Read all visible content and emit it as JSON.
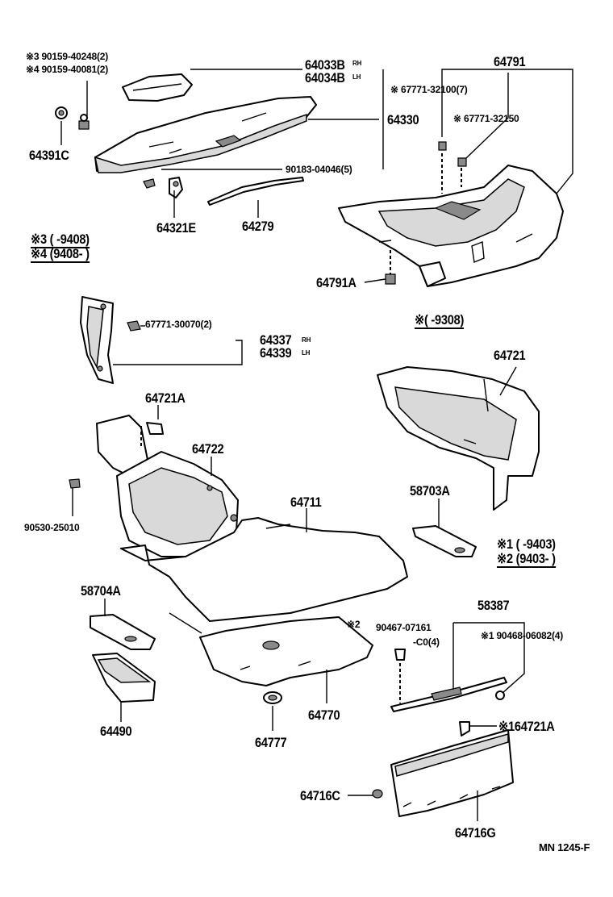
{
  "diagram": {
    "drawing_code": "MN 1245-F",
    "notes": {
      "n3": "※3 (      -9408)",
      "n4": "※4 (9408-      )",
      "n_top": "※(      -9308)",
      "n1": "※1 (      -9403)",
      "n2": "※2 (9403-      )"
    },
    "labels": {
      "p3_90159_40248": "※3  90159-40248(2)",
      "p4_90159_40081": "※4  90159-40081(2)",
      "p64391C": "64391C",
      "p64033B": "64033B",
      "p64033B_tag": "RH",
      "p64034B": "64034B",
      "p64034B_tag": "LH",
      "p67771_32100": "※ 67771-32100(7)",
      "p64791": "64791",
      "p67771_32150": "※ 67771-32150",
      "p64330": "64330",
      "p90183_04046": "90183-04046(5)",
      "p64321E": "64321E",
      "p64279": "64279",
      "p64791A": "64791A",
      "p67771_30070": "67771-30070(2)",
      "p64337": "64337",
      "p64337_tag": "RH",
      "p64339": "64339",
      "p64339_tag": "LH",
      "p64721A_top": "64721A",
      "p64721": "64721",
      "p64722": "64722",
      "p90530_25010": "90530-25010",
      "p64711": "64711",
      "p58703A": "58703A",
      "p58704A": "58704A",
      "p58387": "58387",
      "p_star2": "※2",
      "p90467_07161": "90467-07161",
      "p90467_sub": "-C0(4)",
      "p90468_06082": "※1  90468-06082(4)",
      "p64490": "64490",
      "p64777": "64777",
      "p64770": "64770",
      "p64721A_bot": "※164721A",
      "p64716C": "64716C",
      "p64716G": "64716G"
    }
  }
}
